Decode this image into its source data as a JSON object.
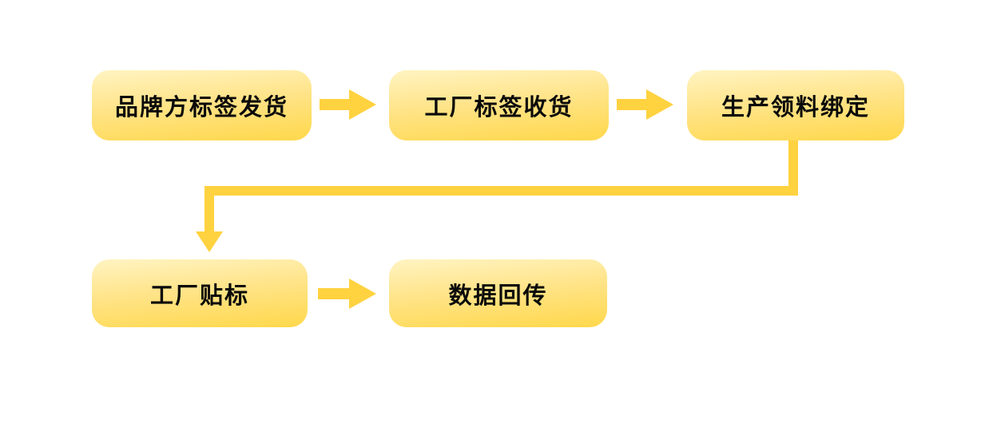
{
  "diagram": {
    "type": "flowchart",
    "background_color": "#FFFFFF",
    "node_fill_top": "#FFF4C2",
    "node_fill_bottom": "#FFD84B",
    "arrow_color": "#FFD23F",
    "text_color": "#0A0A0A",
    "nodes": [
      {
        "id": "n1",
        "label": "品牌方标签发货",
        "row": 1,
        "col": 1
      },
      {
        "id": "n2",
        "label": "工厂标签收货",
        "row": 1,
        "col": 2
      },
      {
        "id": "n3",
        "label": "生产领料绑定",
        "row": 1,
        "col": 3
      },
      {
        "id": "n4",
        "label": "工厂贴标",
        "row": 2,
        "col": 1
      },
      {
        "id": "n5",
        "label": "数据回传",
        "row": 2,
        "col": 2
      }
    ],
    "edges": [
      {
        "from": "n1",
        "to": "n2",
        "style": "straight-right"
      },
      {
        "from": "n2",
        "to": "n3",
        "style": "straight-right"
      },
      {
        "from": "n3",
        "to": "n4",
        "style": "elbow-down-left-down"
      },
      {
        "from": "n4",
        "to": "n5",
        "style": "straight-right"
      }
    ]
  }
}
